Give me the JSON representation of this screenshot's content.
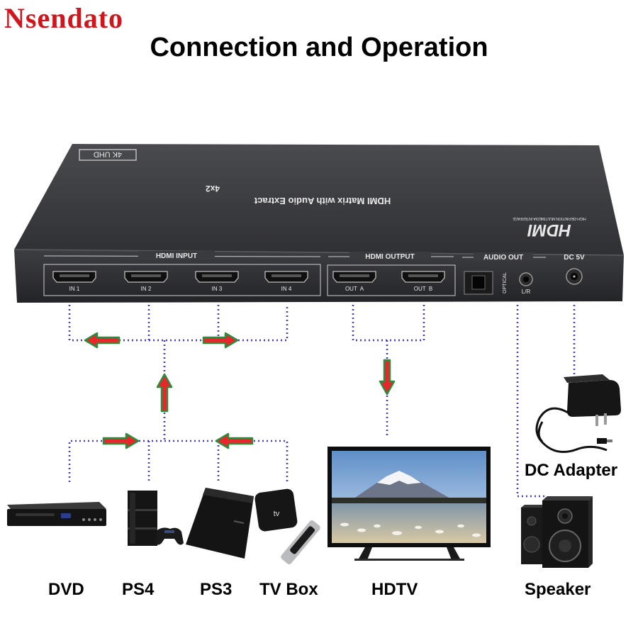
{
  "header": {
    "brand": "Nsendato",
    "title": "Connection and Operation"
  },
  "device": {
    "badge": "4K UHD",
    "name_line1": "HDMI Matrix with Audio Extract",
    "name_line2": "4x2",
    "logo": "HDMI",
    "logo_sub": "HIGH-DEFINITION MULTIMEDIA INTERFACE",
    "section_input": "HDMI INPUT",
    "section_output": "HDMI OUTPUT",
    "section_audio": "AUDIO OUT",
    "section_power": "DC 5V",
    "ports": {
      "in1": "IN 1",
      "in2": "IN 2",
      "in3": "IN 3",
      "in4": "IN 4",
      "out_a": "OUT  A",
      "out_b": "OUT  B",
      "optical": "OPTICAL",
      "lr": "L/R"
    }
  },
  "labels": {
    "dvd": "DVD",
    "ps4": "PS4",
    "ps3": "PS3",
    "tvbox": "TV Box",
    "hdtv": "HDTV",
    "speaker": "Speaker",
    "dc_adapter": "DC Adapter",
    "tvbox_logo": "tv"
  },
  "colors": {
    "brand": "#d0161c",
    "arrow_fill": "#e8262b",
    "arrow_outline": "#2e8b3c",
    "connector_line": "#4b3bc4",
    "device_body": "#3a3b3e"
  }
}
